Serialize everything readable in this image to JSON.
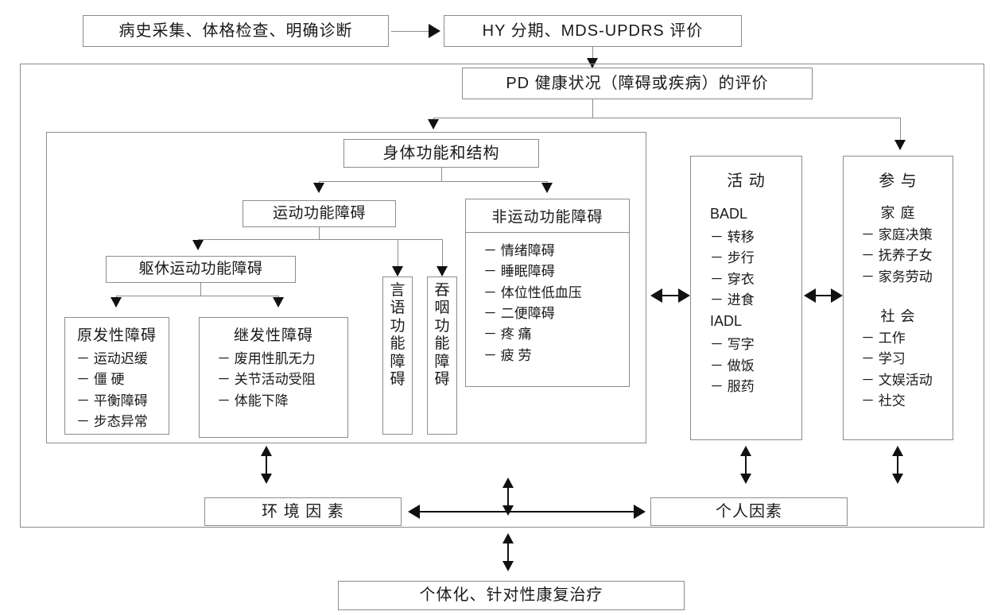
{
  "diagram": {
    "title_flow": {
      "intake": "病史采集、体格检查、明确诊断",
      "staging": "HY 分期、MDS-UPDRS 评价",
      "assessment": "PD 健康状况（障碍或疾病）的评价"
    },
    "body_structure": {
      "header": "身体功能和结构",
      "motor": "运动功能障碍",
      "trunk_limb_motor": "躯休运动功能障碍",
      "primary": {
        "header": "原发性障碍",
        "items": [
          "－ 运动迟缓",
          "－ 僵  硬",
          "－ 平衡障碍",
          "－ 步态异常"
        ]
      },
      "secondary": {
        "header": "继发性障碍",
        "items": [
          "－ 废用性肌无力",
          "－ 关节活动受阻",
          "－ 体能下降"
        ]
      },
      "speech": [
        "言",
        "语",
        "功",
        "能",
        "障",
        "碍"
      ],
      "swallow": [
        "吞",
        "咽",
        "功",
        "能",
        "障",
        "碍"
      ],
      "nonmotor": {
        "header": "非运动功能障碍",
        "items": [
          "－ 情绪障碍",
          "－ 睡眠障碍",
          "－ 体位性低血压",
          "－ 二便障碍",
          "－ 疼  痛",
          "－ 疲  劳"
        ]
      }
    },
    "activity": {
      "header": "活 动",
      "groups": [
        {
          "label": "BADL",
          "items": [
            "－ 转移",
            "－ 步行",
            "－ 穿衣",
            "－ 进食"
          ]
        },
        {
          "label": "IADL",
          "items": [
            "－ 写字",
            "－ 做饭",
            "－ 服药"
          ]
        }
      ]
    },
    "participation": {
      "header": "参 与",
      "groups": [
        {
          "label": "家 庭",
          "items": [
            "－ 家庭决策",
            "－ 抚养子女",
            "－ 家务劳动"
          ]
        },
        {
          "label": "社 会",
          "items": [
            "－ 工作",
            "－ 学习",
            "－ 文娱活动",
            "－ 社交"
          ]
        }
      ]
    },
    "contextual": {
      "environment": "环 境 因 素",
      "personal": "个人因素"
    },
    "treatment": "个体化、针对性康复治疗",
    "colors": {
      "line": "#8c8c8c",
      "arrow": "#111111",
      "text": "#1a1a1a",
      "background": "#ffffff"
    }
  }
}
